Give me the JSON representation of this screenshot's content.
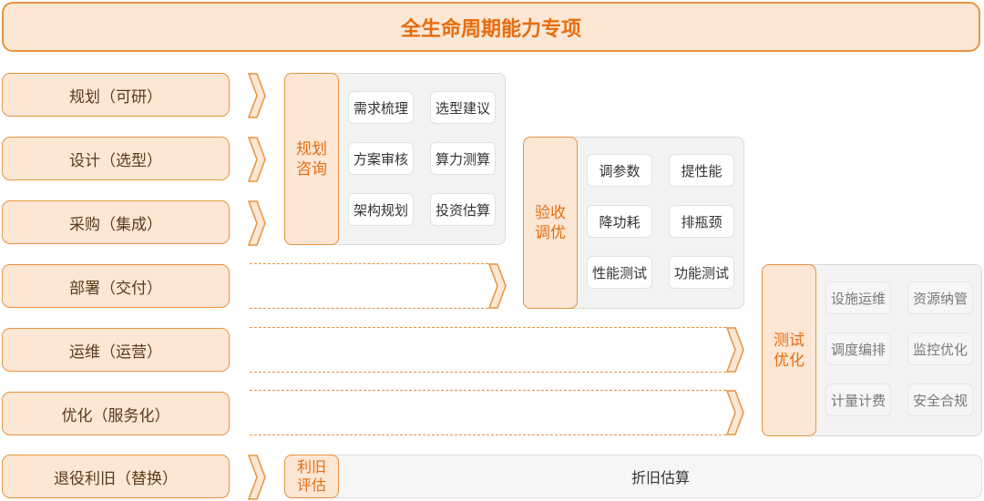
{
  "title": "全生命周期能力专项",
  "stages": [
    "规划（可研）",
    "设计（选型）",
    "采购（集成）",
    "部署（交付）",
    "运维（运营）",
    "优化（服务化）",
    "退役利旧（替换）"
  ],
  "groups": {
    "planning": {
      "title_line1": "规划",
      "title_line2": "咨询",
      "items": [
        "需求梳理",
        "选型建议",
        "方案审核",
        "算力测算",
        "架构规划",
        "投资估算"
      ]
    },
    "acceptance": {
      "title_line1": "验收",
      "title_line2": "调优",
      "items": [
        "调参数",
        "提性能",
        "降功耗",
        "排瓶颈",
        "性能测试",
        "功能测试"
      ]
    },
    "testing": {
      "title_line1": "测试",
      "title_line2": "优化",
      "items": [
        "设施运维",
        "资源纳管",
        "调度编排",
        "监控优化",
        "计量计费",
        "安全合规"
      ]
    },
    "retire": {
      "title_line1": "利旧",
      "title_line2": "评估",
      "content": "折旧估算"
    }
  },
  "colors": {
    "accent": "#e8923f",
    "accent_text": "#e66d0e",
    "fill": "#fce7d5",
    "panel": "#f3f3f3"
  }
}
